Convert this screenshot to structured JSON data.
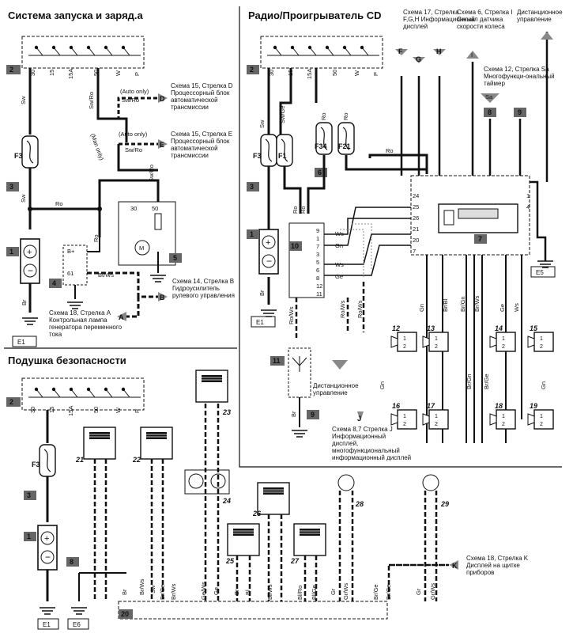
{
  "sections": {
    "ignition": "Система запуска и заряд.а",
    "radio": "Радио/Проигрыватель CD",
    "airbag": "Подушка безопасности"
  },
  "fuse": {
    "pins": [
      "30",
      "15",
      "15A",
      "50",
      "W",
      "P"
    ],
    "f3": "F3",
    "f1": "F1",
    "f34": "F34",
    "f21": "F21"
  },
  "ground": {
    "e1": "E1",
    "e5": "E5",
    "e6": "E6"
  },
  "wires": {
    "sw": "Sw",
    "ro": "Ro",
    "br": "Br",
    "swro": "Sw/Ro",
    "btws": "Bt/Ws",
    "swge": "Sw/Ge",
    "bb": "B+",
    "auto": "(Auto only)",
    "man": "(Man only)",
    "rows": "Ro/Ws",
    "gn": "Gn",
    "ws": "Ws",
    "ge": "Ge",
    "brbl": "Br/Bl",
    "brgn": "Br/Gn",
    "brws": "Br/Ws",
    "brge": "Br/Ge",
    "grge": "Gr/Ge",
    "bl": "Bl",
    "gr": "Gr",
    "grws": "Gr/Ws",
    "brro": "Br/Ro",
    "brgr": "Br/Gr",
    "gews": "Ge/Ws",
    "blws": "Bl/Ws",
    "blro": "Bl/Ro",
    "rosw": "Ro/Sw",
    "brsw": "Br/Sw",
    "blge": "Bl/Ge",
    "swbl": "Sw/Bl"
  },
  "notes": {
    "d": "Схема 15, Стрелка D Процессорный блок автоматической трансмиссии",
    "e": "Схема 15, Стрелка E Процессорный блок автоматической трансмиссии",
    "b": "Схема 14, Стрелка B Гидроусилитель рулевого управления",
    "a": "Схема 18, Стрелка A Контрольная лампа генератора переменного тока",
    "fgh": "Схема 17, Стрелка F,G,H Информационный дисплей",
    "sensor": "Схема 6, Стрелка I Сигнал датчика скорости колеса",
    "remote": "Дистанционное управление",
    "sa": "Схема 12, Стрелка Sa Многофункци-ональный таймер",
    "remote2": "Дистанционное управление",
    "j": "Схема 8,7 Стрелка J Информационный дисплей, многофункциональный информационный дисплей",
    "k": "Схема 18, Стрелка K Дисплей на щитке приборов"
  },
  "arrows": {
    "a": "A",
    "b": "B",
    "d": "D",
    "e": "E",
    "f": "F",
    "g": "G",
    "h": "H",
    "i": "I",
    "j": "J",
    "k": "K",
    "sa": "Sa"
  }
}
